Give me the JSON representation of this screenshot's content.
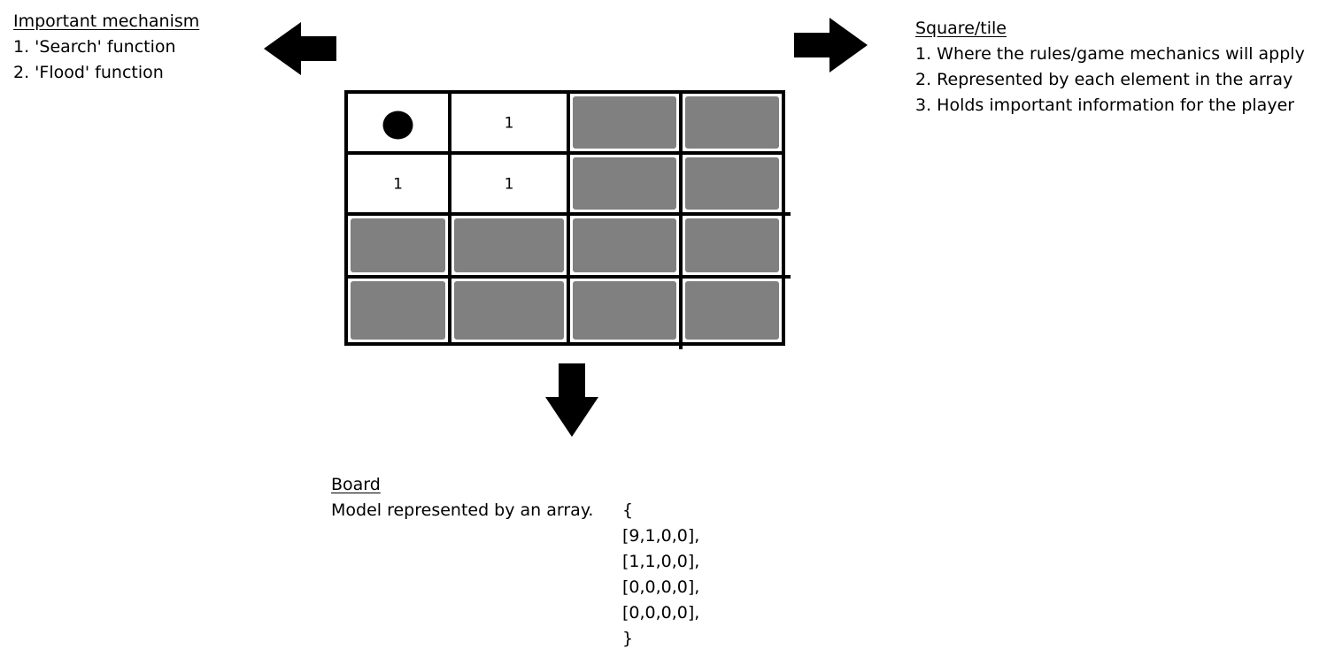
{
  "notes": {
    "mechanism": {
      "heading": "Important mechanism",
      "items": [
        "1. 'Search' function",
        "2. 'Flood' function"
      ]
    },
    "tile": {
      "heading": "Square/tile",
      "items": [
        "1. Where the rules/game mechanics will apply",
        "2. Represented by each element in the array",
        "3. Holds important information for the player"
      ]
    },
    "board": {
      "heading": "Board",
      "model_text": "Model represented by an array.",
      "array_open": "{",
      "array_rows": [
        "[9,1,0,0],",
        "[1,1,0,0],",
        "[0,0,0,0],",
        "[0,0,0,0],"
      ],
      "array_close": "}"
    }
  },
  "grid": {
    "rows": [
      [
        "mine",
        "1",
        "hidden",
        "hidden"
      ],
      [
        "1",
        "1",
        "hidden",
        "hidden"
      ],
      [
        "hidden",
        "hidden",
        "hidden",
        "hidden"
      ],
      [
        "hidden",
        "hidden",
        "hidden",
        "hidden"
      ]
    ]
  },
  "colors": {
    "hidden_tile": "#808080",
    "revealed_tile": "#ffffff",
    "grid_line": "#000000",
    "arrow": "#000000"
  }
}
